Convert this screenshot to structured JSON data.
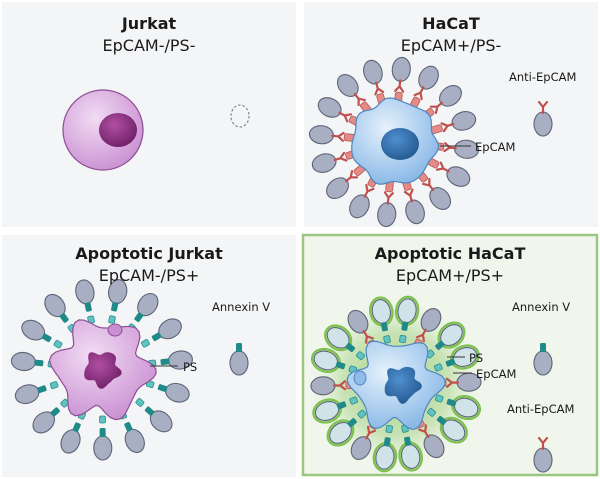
{
  "panels": [
    {
      "title": "Jurkat",
      "subtitle": "EpCAM-/PS-"
    },
    {
      "title": "HaCaT",
      "subtitle": "EpCAM+/PS-"
    },
    {
      "title": "Apoptotic Jurkat",
      "subtitle": "EpCAM-/PS+"
    },
    {
      "title": "Apoptotic HaCaT",
      "subtitle": "EpCAM+/PS+"
    }
  ],
  "labels": {
    "hacat_anti_epcam": "Anti-EpCAM",
    "hacat_epcam": "EpCAM",
    "apop_jurkat_annexin": "Annexin V",
    "apop_jurkat_ps": "PS",
    "apop_hacat_annexin": "Annexin V",
    "apop_hacat_ps": "PS",
    "apop_hacat_epcam": "EpCAM",
    "apop_hacat_anti_epcam": "Anti-EpCAM"
  },
  "colors": {
    "panel_bg": "#f5f6f8",
    "highlight_panel_border": "#9bc67f",
    "highlight_glow": "#9fcf78",
    "jurkat_cell": "#d6a8dc",
    "jurkat_nucleus": "#8e2f83",
    "hacat_cell": "#a6cdef",
    "hacat_nucleus": "#2f6fae",
    "antibody_body": "#a9afc2",
    "epcam_receptor": "#e48b87",
    "annexin_tip": "#1f8a87",
    "ps_marker": "#5ec3c1"
  }
}
